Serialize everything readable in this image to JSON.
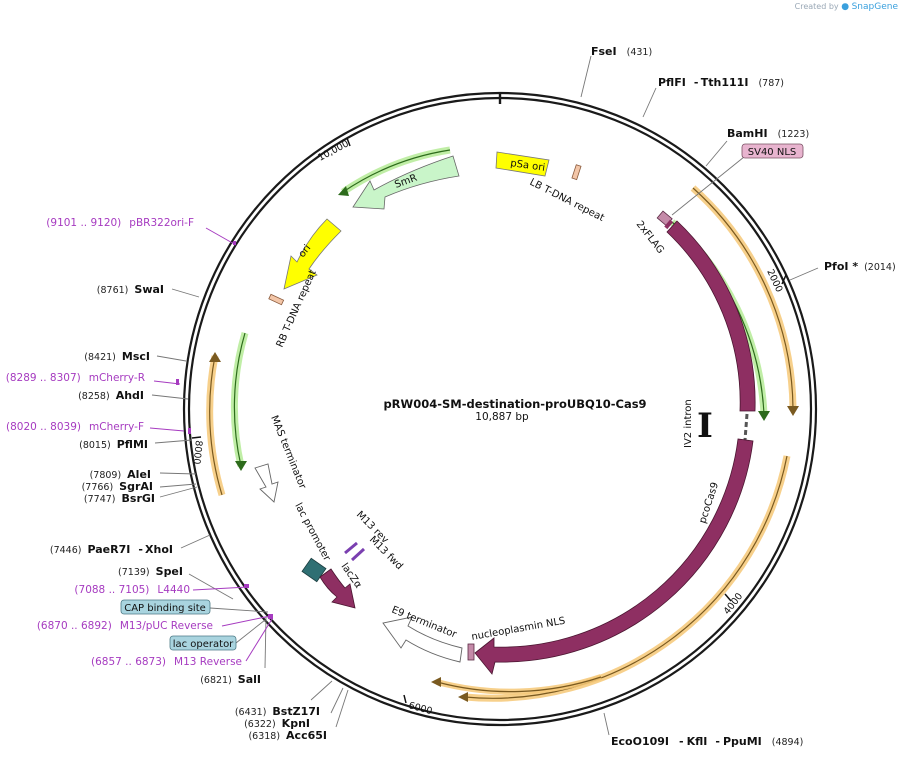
{
  "brand": {
    "prefix": "Created by",
    "name": "SnapGene"
  },
  "plasmid": {
    "name": "pRW004-SM-destination-proUBQ10-Cas9",
    "length": "10,887 bp"
  },
  "ticks": [
    "2000",
    "4000",
    "6000",
    "8000",
    "10,000"
  ],
  "enzymes": [
    {
      "name": "FseI",
      "pos": "(431)"
    },
    {
      "name": "PflFI",
      "sep": "-",
      "name2": "Tth111I",
      "pos": "(787)"
    },
    {
      "name": "BamHI",
      "pos": "(1223)"
    },
    {
      "name": "PfoI *",
      "pos": "(2014)"
    },
    {
      "name": "EcoO109I",
      "sep": "-",
      "name2": "KflI",
      "sep2": "-",
      "name3": "PpuMI",
      "pos": "(4894)"
    },
    {
      "name": "Acc65I",
      "pos": "(6318)"
    },
    {
      "name": "KpnI",
      "pos": "(6322)"
    },
    {
      "name": "BstZ17I",
      "pos": "(6431)"
    },
    {
      "name": "SalI",
      "pos": "(6821)"
    },
    {
      "name": "SpeI",
      "pos": "(7139)"
    },
    {
      "name": "PaeR7I",
      "sep": "-",
      "name2": "XhoI",
      "pos": "(7446)"
    },
    {
      "name": "BsrGI",
      "pos": "(7747)"
    },
    {
      "name": "SgrAI",
      "pos": "(7766)"
    },
    {
      "name": "AleI",
      "pos": "(7809)"
    },
    {
      "name": "PflMI",
      "pos": "(8015)"
    },
    {
      "name": "AhdI",
      "pos": "(8258)"
    },
    {
      "name": "MscI",
      "pos": "(8421)"
    },
    {
      "name": "SwaI",
      "pos": "(8761)"
    }
  ],
  "primers": [
    {
      "name": "pBR322ori-F",
      "pos": "(9101 .. 9120)"
    },
    {
      "name": "mCherry-R",
      "pos": "(8289 .. 8307)"
    },
    {
      "name": "mCherry-F",
      "pos": "(8020 .. 8039)"
    },
    {
      "name": "L4440",
      "pos": "(7088 .. 7105)"
    },
    {
      "name": "M13/pUC Reverse",
      "pos": "(6870 .. 6892)"
    },
    {
      "name": "M13 Reverse",
      "pos": "(6857 .. 6873)"
    }
  ],
  "boxed_features": [
    "SV40 NLS",
    "CAP binding site",
    "lac operator"
  ],
  "features": {
    "pSa_ori": "pSa ori",
    "LB": "LB T-DNA repeat",
    "SmR": "SmR",
    "ori": "ori",
    "RB": "RB T-DNA repeat",
    "flag": "2xFLAG",
    "iv2": "IV2 intron",
    "pcoCas9": "pcoCas9",
    "nls": "nucleoplasmin NLS",
    "e9": "E9 terminator",
    "mas": "MAS terminator",
    "lacp": "lac promoter",
    "lacz": "lacZα",
    "m13rev": "M13 rev",
    "m13fwd": "M13 fwd"
  },
  "colors": {
    "backbone": "#1a1a1a",
    "cds_purple": "#8e2f62",
    "yellow": "#ffff00",
    "smr_green": "#c9f5c9",
    "primer": "#a63bc0",
    "orange_track": "#f4b75a",
    "green_track": "#8fd66a",
    "box_pink": "#e8b4cf",
    "box_teal": "#a9d4df"
  }
}
